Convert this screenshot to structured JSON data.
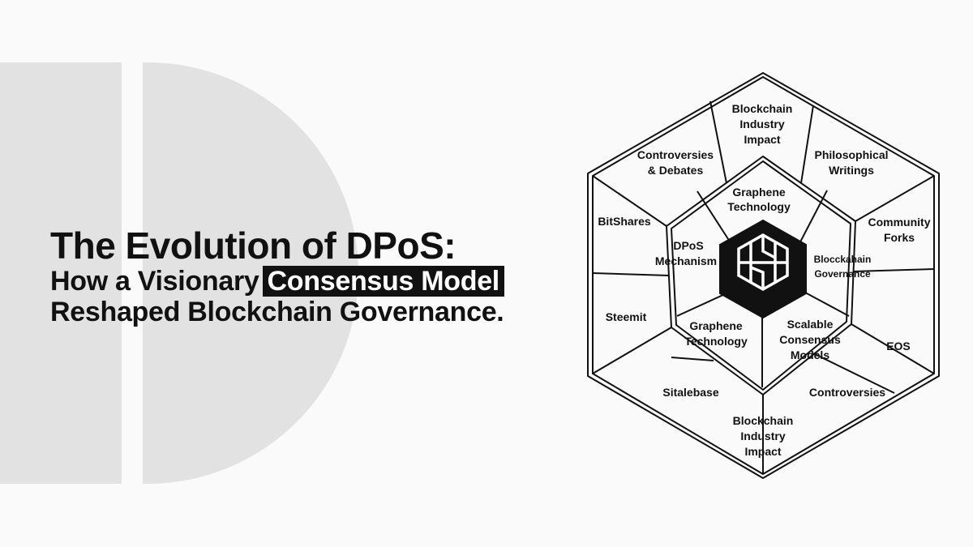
{
  "title": {
    "line1": "The Evolution of DPoS:",
    "line2_prefix": "How a Visionary",
    "line2_highlight": "Consensus Model",
    "line3": "Reshaped Blockchain Governance."
  },
  "diagram": {
    "center_icon": "impossible-cube-logo",
    "inner_cells": [
      [
        "Graphene",
        "Technology"
      ],
      [
        "Blocckahain",
        "Governance"
      ],
      [
        "Scalable",
        "Consensus",
        "Models"
      ],
      [
        "Graphene",
        "Technology"
      ],
      [
        "DPoS",
        "Mechanism"
      ]
    ],
    "outer_cells": [
      [
        "Blockchain",
        "Industry",
        "Impact"
      ],
      [
        "Philosophical",
        "Writings"
      ],
      [
        "Community",
        "Forks"
      ],
      [
        "EOS"
      ],
      [
        "Controversies"
      ],
      [
        "Blockchain",
        "Industry",
        "Impact"
      ],
      [
        "Sitalebase"
      ],
      [
        "Steemit"
      ],
      [
        "BitShares"
      ],
      [
        "Controversies",
        "& Debates"
      ]
    ]
  }
}
